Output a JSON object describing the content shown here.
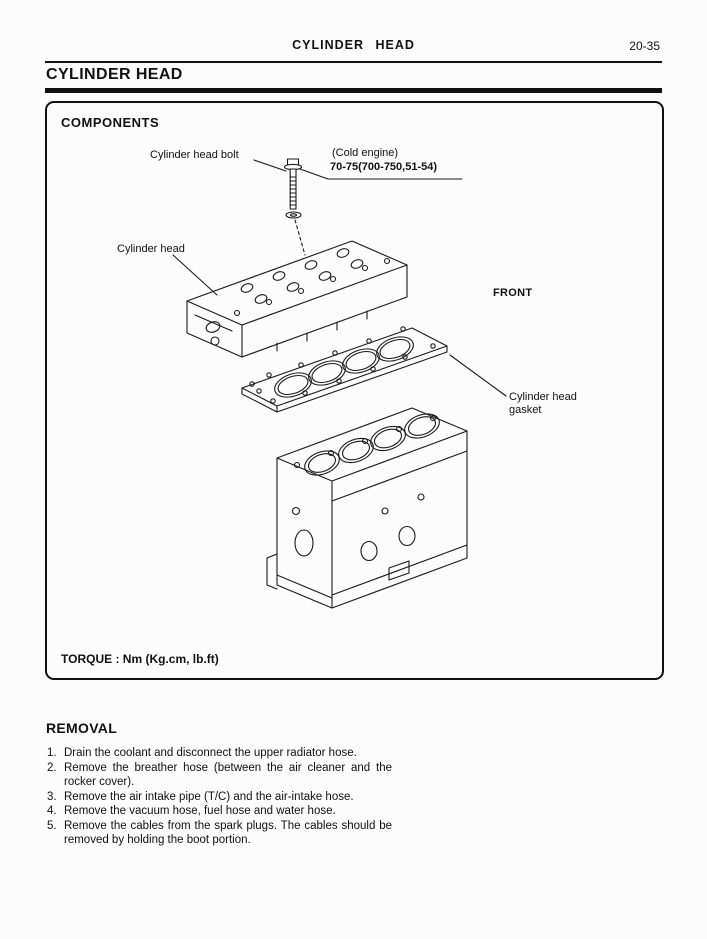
{
  "page": {
    "header": {
      "title": "CYLINDER HEAD",
      "page_number": "20-35"
    },
    "section_title": "CYLINDER HEAD",
    "ink_color": "#111111"
  },
  "components": {
    "heading": "COMPONENTS",
    "labels": {
      "cylinder_head_bolt": "Cylinder head bolt",
      "cold_engine": "(Cold engine)",
      "torque_spec": "70-75(700-750,51-54)",
      "cylinder_head": "Cylinder head",
      "front": "FRONT",
      "gasket_line1": "Cylinder head",
      "gasket_line2": "gasket"
    },
    "torque_note": "TORQUE : Nm (Kg.cm, lb.ft)"
  },
  "removal": {
    "heading": "REMOVAL",
    "steps": [
      {
        "num": "1.",
        "text": "Drain the coolant and disconnect the upper radiator hose."
      },
      {
        "num": "2.",
        "text": "Remove the breather hose (between the air cleaner and the rocker cover)."
      },
      {
        "num": "3.",
        "text": "Remove the air intake pipe (T/C) and the air-intake hose."
      },
      {
        "num": "4.",
        "text": "Remove the vacuum hose, fuel hose and water hose."
      },
      {
        "num": "5.",
        "text": "Remove the cables from the spark plugs. The cables should be removed by holding the boot portion."
      }
    ]
  }
}
